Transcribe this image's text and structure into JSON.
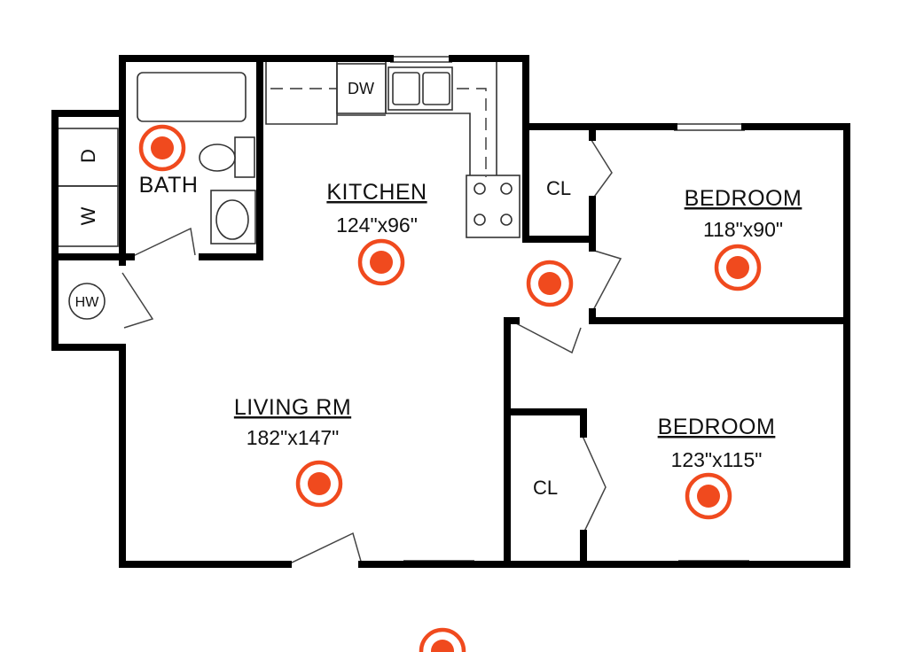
{
  "floor_plan": {
    "rooms": [
      {
        "name": "BATH",
        "dimensions": ""
      },
      {
        "name": "KITCHEN",
        "dimensions": "124\"x96\""
      },
      {
        "name": "BEDROOM",
        "dimensions": "118\"x90\""
      },
      {
        "name": "LIVING RM",
        "dimensions": "182\"x147\""
      },
      {
        "name": "BEDROOM",
        "dimensions": "123\"x115\""
      }
    ],
    "fixtures": {
      "dryer": "D",
      "washer": "W",
      "water_heater": "HW",
      "dishwasher": "DW",
      "closet_1": "CL",
      "closet_2": "CL"
    },
    "colors": {
      "wall": "#000000",
      "marker": "#f04a1e",
      "background": "#ffffff"
    },
    "marker_icon": "location-pin-icon"
  }
}
